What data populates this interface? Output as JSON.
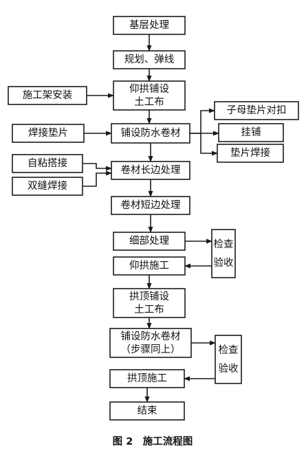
{
  "nodes": {
    "jiceng": {
      "text": "基层处理"
    },
    "guihua": {
      "text": "规划、弹线"
    },
    "yanggong_tu": {
      "lines": [
        "仰拱铺设",
        "土工布"
      ]
    },
    "shigongjia": {
      "text": "施工架安装"
    },
    "fangshui": {
      "text": "铺设防水卷材"
    },
    "hanjie_dianpian": {
      "text": "焊接垫片"
    },
    "zimu_dianpian": {
      "text": "子母垫片对扣"
    },
    "gua_pu": {
      "text": "挂铺"
    },
    "dianpian_hanjie": {
      "text": "垫片焊接"
    },
    "zinian": {
      "text": "自粘搭接"
    },
    "shuangfeng": {
      "text": "双缝焊接"
    },
    "changbian": {
      "text": "卷材长边处理"
    },
    "duanbian": {
      "text": "卷材短边处理"
    },
    "xibu": {
      "text": "细部处理"
    },
    "jiancha1": {
      "lines": [
        "检查",
        "验收"
      ]
    },
    "yanggong_shigong": {
      "text": "仰拱施工"
    },
    "gongding_tu": {
      "lines": [
        "拱顶铺设",
        "土工布"
      ]
    },
    "fangshui2": {
      "lines": [
        "铺设防水卷材",
        "（步骤同上）"
      ]
    },
    "jiancha2": {
      "lines": [
        "检查",
        "验收"
      ]
    },
    "gongding_shigong": {
      "text": "拱顶施工"
    },
    "jieshu": {
      "text": "结束"
    }
  },
  "caption": "图 2　施工流程图"
}
